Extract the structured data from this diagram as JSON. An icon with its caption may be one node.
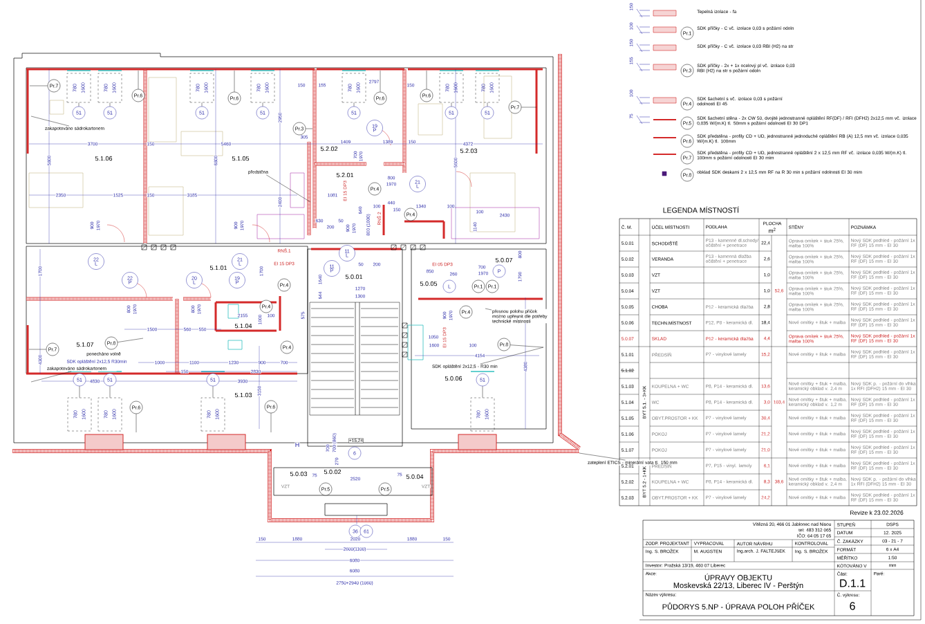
{
  "diagram": {
    "nodes": [
      {
        "text": [
          "Pr.1"
        ]
      },
      {
        "text": [
          "Pr.3"
        ]
      },
      {
        "text": [
          "Pr.4"
        ]
      },
      {
        "text": [
          "Pr.5"
        ]
      },
      {
        "text": [
          "Pr.6"
        ]
      },
      {
        "text": [
          "Pr.7"
        ]
      },
      {
        "text": [
          "Pr.8"
        ]
      },
      {
        "text": [
          "Pr.7"
        ]
      },
      {
        "text": [
          "51"
        ]
      },
      {
        "text": [
          "51"
        ]
      },
      {
        "text": [
          "Pr.6"
        ]
      },
      {
        "text": [
          "51"
        ]
      },
      {
        "text": [
          "Pr.6"
        ]
      },
      {
        "text": [
          "51"
        ]
      },
      {
        "text": [
          "51"
        ]
      },
      {
        "text": [
          "Pr.6"
        ]
      },
      {
        "text": [
          "Pr.6"
        ]
      },
      {
        "text": [
          "51"
        ]
      },
      {
        "text": [
          "51"
        ]
      },
      {
        "text": [
          "Pr.7"
        ]
      },
      {
        "text": [
          "zakapotováno sádrokartonem"
        ]
      },
      {
        "text": [
          "Pr.3"
        ]
      },
      {
        "text": [
          "19",
          "P"
        ]
      },
      {
        "text": [
          "předstěna"
        ]
      },
      {
        "text": [
          "21",
          "L"
        ]
      },
      {
        "text": [
          "Pr.4"
        ]
      },
      {
        "text": [
          "Pr.4"
        ]
      },
      {
        "text": [
          "11",
          "L"
        ]
      },
      {
        "text": [
          "22",
          "L"
        ]
      },
      {
        "text": [
          "21",
          "L"
        ]
      },
      {
        "text": [
          "11",
          "P"
        ]
      },
      {
        "text": [
          "P"
        ]
      },
      {
        "text": [
          "22",
          "P"
        ]
      },
      {
        "text": [
          "20",
          "L"
        ]
      },
      {
        "text": [
          "19",
          "P"
        ]
      },
      {
        "text": [
          "Pr.4"
        ]
      },
      {
        "text": [
          "L"
        ]
      },
      {
        "text": [
          "Pr.1"
        ]
      },
      {
        "text": [
          "Pr.1"
        ]
      },
      {
        "text": [
          "Pr.4"
        ]
      },
      {
        "text": [
          "Pr.4"
        ]
      },
      {
        "text": [
          "přesnou polohu příček možno upřesnit dle potřeby technické místnosti"
        ]
      },
      {
        "text": [
          "Pr.8"
        ]
      },
      {
        "text": [
          "Pr.4"
        ]
      },
      {
        "text": [
          "Pr.7"
        ]
      },
      {
        "text": [
          "Pr.8"
        ]
      },
      {
        "text": [
          "SDK opláštění 2x12,5 - R30 min"
        ]
      },
      {
        "text": [
          "zakapotováno sádrokartonem"
        ]
      },
      {
        "text": [
          "51"
        ]
      },
      {
        "text": [
          "51"
        ]
      },
      {
        "text": [
          "51"
        ]
      },
      {
        "text": [
          "51"
        ]
      },
      {
        "text": [
          "Pr.6"
        ]
      },
      {
        "text": [
          "Pr.6"
        ]
      },
      {
        "text": [
          "zateplení ETICS - minerální vata tl. 150 mm"
        ]
      },
      {
        "text": [
          "6"
        ]
      },
      {
        "text": [
          "Pr.5"
        ]
      },
      {
        "text": [
          "Pr.5"
        ]
      },
      {
        "text": [
          "36"
        ]
      },
      {
        "text": [
          "61"
        ]
      },
      {
        "text": [
          "780",
          "1600"
        ]
      },
      {
        "text": [
          "780",
          "1600"
        ]
      },
      {
        "text": [
          "780",
          "1600"
        ]
      },
      {
        "text": [
          "780",
          "1600"
        ]
      },
      {
        "text": [
          "780",
          "1600"
        ]
      },
      {
        "text": [
          "780",
          "1600"
        ]
      },
      {
        "text": [
          "780",
          "1600"
        ]
      },
      {
        "text": [
          "780",
          "1600"
        ]
      },
      {
        "text": [
          "780",
          "1600"
        ]
      },
      {
        "text": [
          "780",
          "1600"
        ]
      },
      {
        "text": [
          "780",
          "1600"
        ]
      }
    ],
    "edges": [
      {
        "from": 7,
        "to": null,
        "arrow": "none"
      },
      {
        "from": 8,
        "to": 60,
        "arrow": "none"
      },
      {
        "from": 9,
        "to": 61,
        "arrow": "none"
      },
      {
        "from": 10,
        "to": null,
        "arrow": "none"
      },
      {
        "from": 11,
        "to": 62,
        "arrow": "none"
      },
      {
        "from": 12,
        "to": null,
        "arrow": "none"
      },
      {
        "from": 13,
        "to": 63,
        "arrow": "none"
      },
      {
        "from": 14,
        "to": 64,
        "arrow": "none"
      },
      {
        "from": 15,
        "to": null,
        "arrow": "none"
      },
      {
        "from": 16,
        "to": null,
        "arrow": "none"
      },
      {
        "from": 17,
        "to": 65,
        "arrow": "none"
      },
      {
        "from": 18,
        "to": 66,
        "arrow": "none"
      },
      {
        "from": 19,
        "to": null,
        "arrow": "none"
      },
      {
        "from": 20,
        "to": null,
        "arrow": "none"
      },
      {
        "from": 21,
        "to": null,
        "arrow": "none"
      },
      {
        "from": 23,
        "to": null,
        "arrow": "none"
      },
      {
        "from": 41,
        "to": null,
        "arrow": "none"
      },
      {
        "from": 42,
        "to": null,
        "arrow": "none"
      },
      {
        "from": 44,
        "to": null,
        "arrow": "none"
      },
      {
        "from": 45,
        "to": null,
        "arrow": "none"
      },
      {
        "from": 46,
        "to": null,
        "arrow": "none"
      },
      {
        "from": 47,
        "to": null,
        "arrow": "none"
      },
      {
        "from": 48,
        "to": 67,
        "arrow": "none"
      },
      {
        "from": 49,
        "to": 68,
        "arrow": "none"
      },
      {
        "from": 50,
        "to": 69,
        "arrow": "none"
      },
      {
        "from": 51,
        "to": 70,
        "arrow": "none"
      },
      {
        "from": 52,
        "to": null,
        "arrow": "none"
      },
      {
        "from": 53,
        "to": null,
        "arrow": "none"
      },
      {
        "from": 54,
        "to": null,
        "arrow": "none"
      }
    ],
    "legend": [
      {
        "text": "Tepelná izolace - fa"
      },
      {
        "text": "SDK příčky - C vč. izolace 0,03 s požární odoln"
      },
      {
        "text": "SDK příčky - C vč. izolace 0,03 RBI (H2) na str"
      },
      {
        "text": "SDK příčky - 2x + 1x ocelový pl vč. izolace 0,03 RBI (H2) na str s požární odoln"
      },
      {
        "text": "SDK šachetní s vč. izolace 0,03 s požární odolnosti EI 45"
      },
      {
        "text": "SDK šachetní stěna - 2x CW 50, dvojité jednostranné opláštění RF(DF) / RFI (DFH2) 2x12,5 mm vč. izolace 0,035 W/(m.K) tl. 50mm s požární odolnosti EI 30 DP1"
      },
      {
        "text": "SDK předstěna - profily CD + UD, jednostranné jednoduché opláštění RB (A) 12,5 mm vč. izolace 0,035 W/(m.K) tl. 100mm"
      },
      {
        "text": "SDK předstěna - profily CD + UD, jednostranné opláštění 2 x 12,5 mm RF vč. izolace 0,035 W/(m.K) tl. 100mm s požární odolnosti EI 30 mim"
      },
      {
        "text": "obklad SDK deskami 2 x 12,5 mm RF na R 30 min s požární odolnosti EI 30 mim"
      }
    ],
    "labels": [
      "150",
      "100",
      "150",
      "155",
      "100",
      "75",
      "LEGENDA MÍSTNOSTÍ",
      "Č. M.",
      "ÚČEL MÍSTNOSTI",
      "PODLAHA",
      "PLOCHA",
      "m$^{2}$",
      "STĚNY",
      "POZNÁMKA",
      "5.0.01",
      "SCHODIŠTĚ",
      "P13 - kamenné dl.schody/ očištění + penetrace",
      "22,4",
      "Oprava omítek + štuk 25%, malba 100%",
      "Nový SDK podhled - požární 1x RF (DF) 15 mm - EI 30",
      "5.0.02",
      "VERANDA",
      "P13 - kamenná dlažba očištění + penetrace",
      "2,6",
      "Oprava omítek + štuk 25%, malba 100%",
      "Nový SDK podhled - požární 1x RF (DF) 15 mm - EI 30",
      "5.0.03",
      "VZT",
      "1,0",
      "52,6",
      "Oprava omítek + štuk 25%, malba 100%",
      "Nový SDK podhled - požární 1x RF (DF) 15 mm - EI 30",
      "5.0.04",
      "VZT",
      "1,0",
      "Oprava omítek + štuk 25%, malba 100%",
      "Nový SDK podhled - požární 1x RF (DF) 15 mm - EI 30",
      "5.0.05",
      "CHOBA",
      "P12 - keramická dlažba",
      "2,8",
      "Oprava omítek + štuk 25%, malba 100%",
      "Nový SDK podhled - požární 1x RF (DF) 15 mm - EI 30",
      "5.0.06",
      "TECHN.MÍSTNOST",
      "P12, P8 - keramická dl.",
      "18,4",
      "Nové omítky + štuk + malba",
      "Nový SDK podhled - požární 1x RF (DF) 15 mm - EI 30",
      "5.0.07",
      "SKLAD",
      "P12 - keramická dlažba",
      "4,4",
      "Oprava omítek + štuk 25%, malba 100%",
      "Nový SDK podhled - požární 1x RF (DF) 15 mm - EI 30",
      "5.1.01",
      "PŘEDSÍŇ",
      "P7 - vinylové lamely",
      "15,2",
      "Nové omítky + štuk + malba",
      "Nový SDK podhled - požární 1x RF (DF) 15 mm - EI 30",
      "5.1.02",
      "BYT 5.1. - 3+KK",
      "5.1.03",
      "KOUPELNA + WC",
      "P8, P14 - keramická dl.",
      "13,6",
      "Nové omítky + štuk + malba, keramický obklad v. 2,4 m",
      "Nový SDK p. - požární do vlhka 1x RFI (DFH2) 15 mm - EI 30",
      "5.1.04",
      "WC",
      "P8, P14 - keramická dl.",
      "3,0",
      "103,4",
      "Nové omítky + štuk + malba, keramický obklad v. 1,2 m",
      "Nový SDK podhled - požární 1x RF (DF) 15 mm - EI 30",
      "5.1.05",
      "OBYT.PROSTOR + KK",
      "P7 - vinylové lamely",
      "30,4",
      "Nové omítky + štuk + malba",
      "Nový SDK podhled - požární 1x RF (DF) 15 mm - EI 30",
      "5.1.06",
      "POKOJ",
      "P7 - vinylové lamely",
      "21,2",
      "Nové omítky + štuk + malba",
      "Nový SDK podhled - požární 1x RF (DF) 15 mm - EI 30",
      "5.1.07",
      "POKOJ",
      "P7 - vinylové lamely",
      "21,0",
      "Nové omítky + štuk + malba",
      "Nový SDK podhled - požární 1x RF (DF) 15 mm - EI 30",
      "5.2.01",
      "BYT 5.2 - 1+KK",
      "PŘEDSÍŇ",
      "P7, P15 - vinyl. lamely",
      "6,1",
      "Nové omítky + štuk + malba",
      "Nový SDK podhled - požární 1x RF (DF) 15 mm - EI 30",
      "5.2.02",
      "KOUPELNA + WC",
      "P8, P14 - keramická dl.",
      "8,3",
      "38,6",
      "Nové omítky + štuk + malba, keramický obklad v. 2,4 m",
      "Nový SDK p. - požární do vlhka 1x RFI (DFH2) 15 mm - EI 30",
      "5.2.03",
      "OBYT.PROSTOR + KK",
      "P7 - vinylové lamely",
      "24,2",
      "Nové omítky + štuk + malba",
      "Nový SDK podhled - požární 1x RF (DF) 15 mm - EI 30",
      "Revize k 23.02.2026",
      "Vítězná 20, 466 01 Jablonec nad Nisou",
      "tel: 483 312 065",
      "IČO: 64 05 17 65",
      "STUPEŇ",
      "DSPS",
      "DATUM",
      "12. 2025",
      "ZODP. PROJEKTANT",
      "VYPRACOVAL",
      "AUTOR NÁVRHU",
      "KONTROLOVAL",
      "Č. ZAKÁZKY",
      "03 - 21 - 7",
      "Ing. S. BROŽEK",
      "M. AUGSTEN",
      "Ing.arch. J. FALTEJSEK",
      "Ing. S. BROŽEK",
      "FORMÁT",
      "6 x A4",
      "MĚŘÍTKO",
      "1:50",
      "Investor: Pražská 13/19, 460 07 Liberec",
      "KÓTOVÁNO V",
      "mm",
      "Akce:",
      "ÚPRAVY OBJEKTU",
      "Moskevská 22/13, Liberec IV - Perštýn",
      "Část:",
      "D.1.1",
      "Paré:",
      "Název výkresu:",
      "PŮDORYS 5.NP - ÚPRAVA POLOH PŘÍČEK",
      "Č. výkresu:",
      "6",
      "5.1.06",
      "5.1.05",
      "5.2.02",
      "5.2.03",
      "5.2.01",
      "5.1.01",
      "5.0.01",
      "5.0.05",
      "5.0.07",
      "5.1.04",
      "5.1.07",
      "5.0.06",
      "5.1.03",
      "5.0.03",
      "5.0.02",
      "5.0.04",
      "3700",
      "150",
      "5460",
      "150",
      "155",
      "2797",
      "150",
      "305",
      "1409",
      "1389",
      "150",
      "4372",
      "5800",
      "6800",
      "2950",
      "5600",
      "700",
      "1970",
      "2350",
      "1525",
      "150",
      "3185",
      "1081",
      "800",
      "1970",
      "2400",
      "900",
      "1970",
      "900",
      "1970",
      "630",
      "200",
      "50",
      "100",
      "440",
      "150",
      "1340",
      "100",
      "100",
      "2430",
      "1140",
      "640",
      "900",
      "1970",
      "800 (1000)",
      "EI 15 DP3",
      "RNŠ 2",
      "RNŠ.1",
      "EI 15 DP3",
      "1700",
      "1700",
      "1640",
      "644",
      "50",
      "200",
      "1270",
      "1300",
      "EI 05 DP3",
      "850",
      "260",
      "700",
      "1970",
      "800",
      "1790",
      "800",
      "1970",
      "800",
      "1970",
      "2155",
      "100",
      "575",
      "1000",
      "900",
      "1970",
      "EI 15 DP3",
      "1500",
      "560",
      "550",
      "1050",
      "1600",
      "100",
      "ponecháno volně",
      "SDK opláštění 2x12,5 R30min",
      "1000",
      "1100",
      "1230",
      "900",
      "700",
      "4154",
      "150",
      "2830",
      "4830",
      "3930",
      "4300",
      "4380",
      "3150",
      "H",
      "+15,24",
      "700",
      "700 (860)",
      "270",
      "75",
      "2520",
      "75",
      "VZT",
      "VZT",
      "150",
      "1880",
      "2020",
      "1880",
      "150",
      "2600(1100)",
      "6080",
      "6080",
      "2750+2940 (1060)"
    ]
  }
}
